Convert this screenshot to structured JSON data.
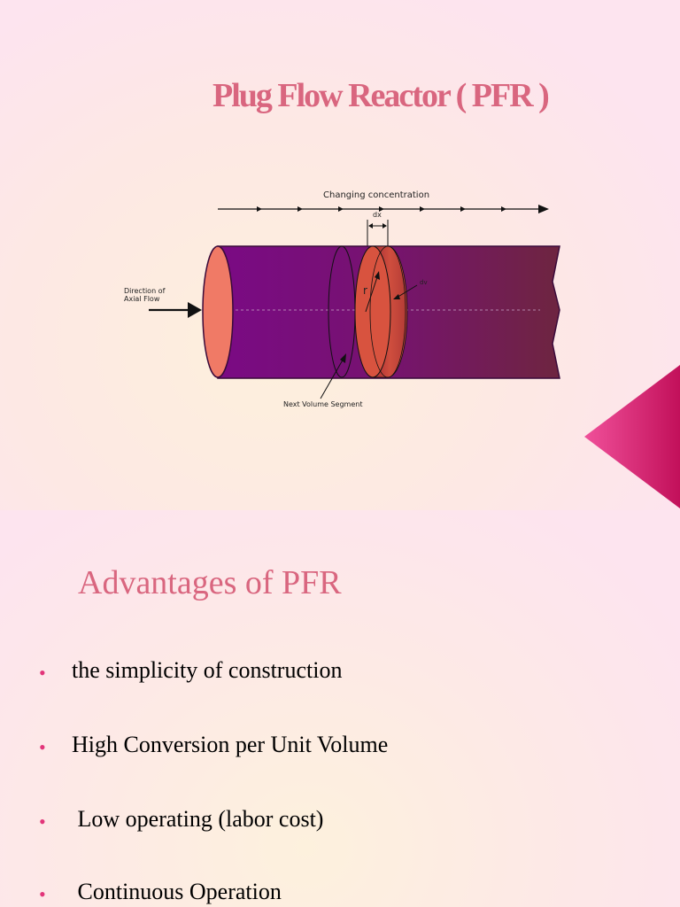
{
  "slide": {
    "title": "Plug Flow Reactor  ( PFR )",
    "diagram": {
      "top_label": "Changing concentration",
      "dx_top_label": "dx",
      "inlet_label_line1": "Direction of",
      "inlet_label_line2": "Axial Flow",
      "radius_label": "r",
      "volume_label": "dv",
      "segment_label": "Next Volume Segment"
    },
    "section_heading": "Advantages of PFR",
    "bullets": [
      "the simplicity of construction",
      "High Conversion per Unit Volume",
      " Low operating (labor cost)",
      " Continuous Operation"
    ]
  },
  "colors": {
    "background": "#fde4ef",
    "title": "#d9667f",
    "bullet": "#e2357a",
    "tube_start": "#7a0a84",
    "tube_end": "#6e2540",
    "segment": "#c8463a",
    "inlet": "#f07a66"
  }
}
